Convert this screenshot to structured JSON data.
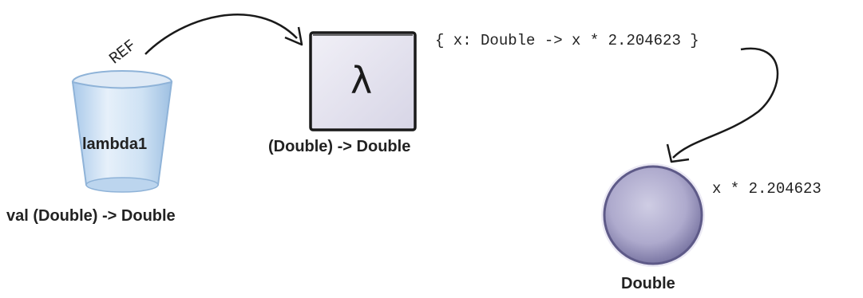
{
  "labels": {
    "cup_name": "lambda1",
    "cup_type": "val (Double) -> Double",
    "ref_tag": "REF",
    "lambda_symbol": "λ",
    "lambda_type": "(Double) -> Double",
    "lambda_code": "{ x: Double -> x * 2.204623 }",
    "result_expr": "x * 2.204623",
    "result_type": "Double"
  },
  "colors": {
    "cup_fill": "#cfe2f4",
    "cup_edge": "#9dbfe0",
    "box_fill": "#e4e3ef",
    "ball_fill": "#a9a6c9",
    "ball_edge": "#6f6b9a",
    "ink": "#1a1a1a"
  }
}
